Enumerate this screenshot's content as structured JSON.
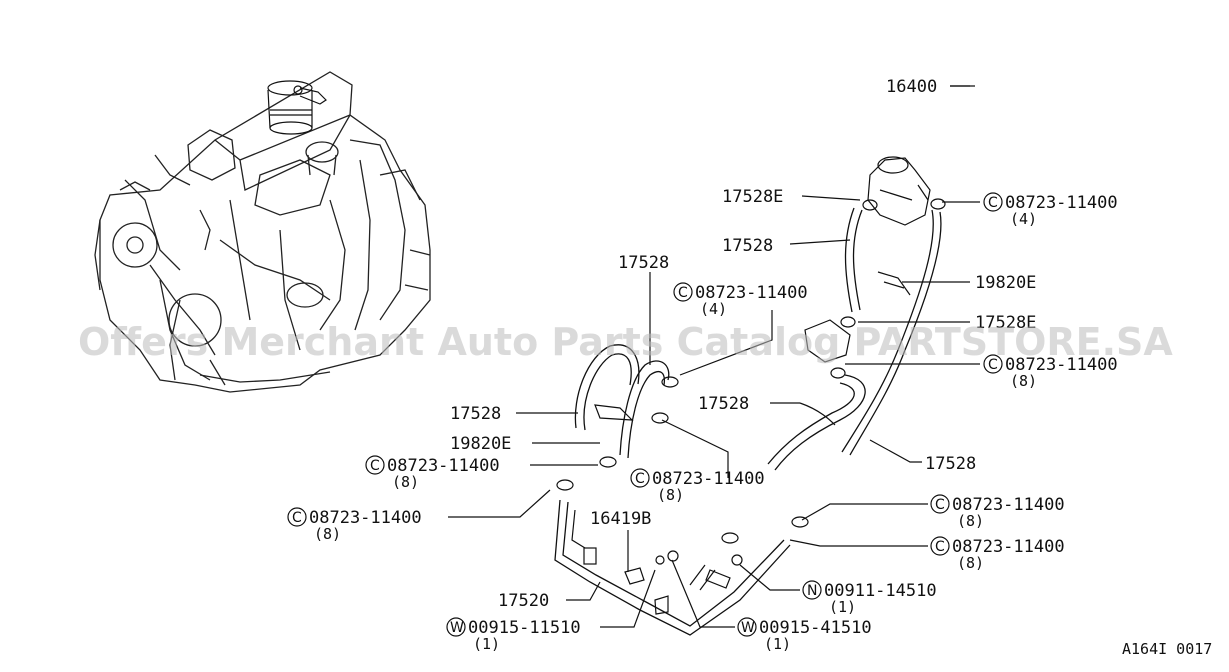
{
  "watermark": "Offers Merchant Auto Parts Catalog PARTSTORE.SA",
  "reference": "A164I 0017",
  "labels": {
    "p16400": "16400",
    "p17528E_a": "17528E",
    "p17528_a": "17528",
    "p17528_b": "17528",
    "p19820E_a": "19820E",
    "p17528E_b": "17528E",
    "p17528_c": "17528",
    "p17528_d": "17528",
    "p17528_e": "17528",
    "p19820E_b": "19820E",
    "p16419B": "16419B",
    "p17520": "17520",
    "c1": "08723-11400",
    "c1q": "(4)",
    "c2": "08723-11400",
    "c2q": "(4)",
    "c3": "08723-11400",
    "c3q": "(8)",
    "c4": "08723-11400",
    "c4q": "(8)",
    "c5": "08723-11400",
    "c5q": "(8)",
    "c6": "08723-11400",
    "c6q": "(8)",
    "c7": "08723-11400",
    "c7q": "(8)",
    "c8": "08723-11400",
    "c8q": "(8)",
    "n1": "00911-14510",
    "n1q": "(1)",
    "w1": "00915-11510",
    "w1q": "(1)",
    "w2": "00915-41510",
    "w2q": "(1)"
  },
  "symbols": {
    "c": "C",
    "n": "N",
    "w": "W"
  }
}
